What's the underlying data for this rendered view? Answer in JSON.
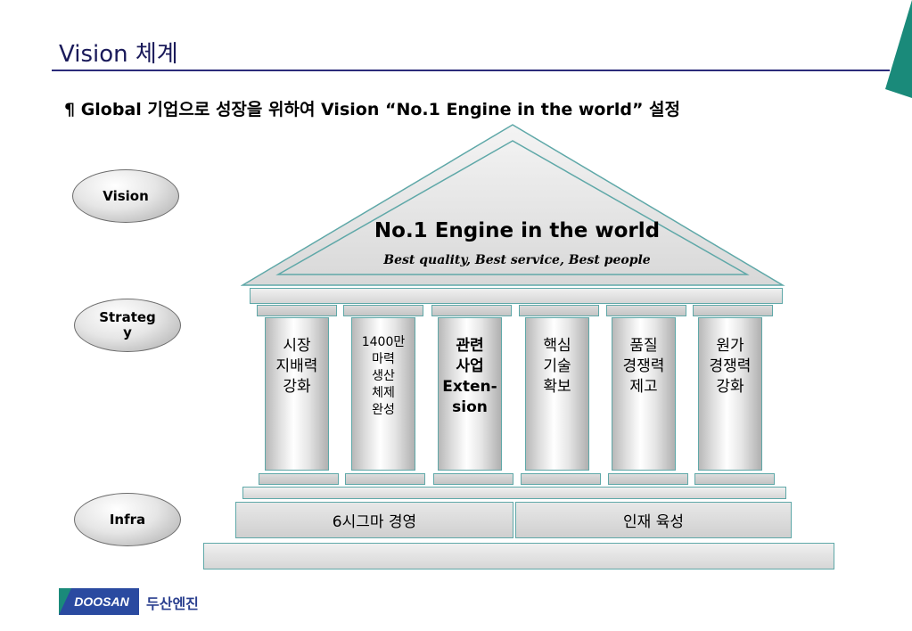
{
  "header": {
    "title": "Vision 체계"
  },
  "subtitle": "¶ Global 기업으로 성장을 위하여  Vision “No.1 Engine in the world” 설정",
  "levels": {
    "vision": "Vision",
    "strategy": "Strateg\ny",
    "infra": "Infra"
  },
  "roof": {
    "title": "No.1 Engine in the world",
    "subtitle": "Best quality, Best service, Best people"
  },
  "pillars": [
    {
      "label": "시장\n지배력\n강화"
    },
    {
      "label": "1400만\n마력\n생산\n체제\n완성"
    },
    {
      "label": "관련\n사업\nExten-\nsion"
    },
    {
      "label": "핵심\n기술\n확보"
    },
    {
      "label": "품질\n경쟁력\n제고"
    },
    {
      "label": "원가\n경쟁력\n강화"
    }
  ],
  "base": {
    "left": "6시그마 경영",
    "right": "인재 육성"
  },
  "footer": {
    "logo_mark": "DOOSAN",
    "logo_text": "두산엔진"
  },
  "colors": {
    "accent": "#1a8a7a",
    "title": "#1a1a5a",
    "rule": "#2b2b7a",
    "outline": "#5fa8a8"
  }
}
